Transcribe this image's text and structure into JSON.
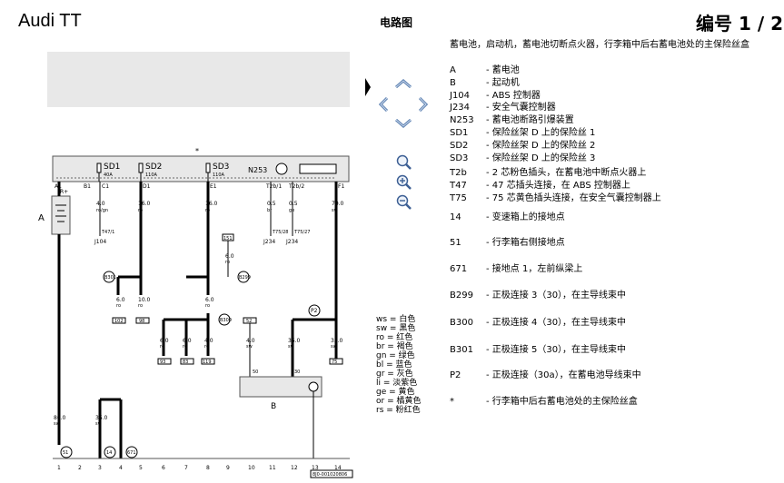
{
  "header": {
    "brand": "Audi TT",
    "doc_title": "电路图",
    "page_number": "编号 1 / 2"
  },
  "legend": {
    "intro": "蓄电池，启动机，蓄电池切断点火器，行李箱中后右蓄电池处的主保险丝盒",
    "items": [
      {
        "code": "A",
        "desc": "- 蓄电池"
      },
      {
        "code": "B",
        "desc": "- 起动机"
      },
      {
        "code": "J104",
        "desc": "- ABS 控制器"
      },
      {
        "code": "J234",
        "desc": "- 安全气囊控制器"
      },
      {
        "code": "N253",
        "desc": "- 蓄电池断路引爆装置"
      },
      {
        "code": "SD1",
        "desc": "- 保险丝架 D 上的保险丝 1"
      },
      {
        "code": "SD2",
        "desc": "- 保险丝架 D 上的保险丝 2"
      },
      {
        "code": "SD3",
        "desc": "- 保险丝架 D 上的保险丝 3"
      },
      {
        "code": "T2b",
        "desc": "- 2 芯粉色插头，在蓄电池中断点火器上"
      },
      {
        "code": "T47",
        "desc": "- 47 芯插头连接，在 ABS 控制器上"
      },
      {
        "code": "T75",
        "desc": "- 75 芯黄色插头连接，在安全气囊控制器上"
      },
      {
        "code": "14",
        "desc": "- 变速箱上的接地点"
      },
      {
        "code": "51",
        "desc": "- 行李箱右侧接地点"
      },
      {
        "code": "671",
        "desc": "- 接地点 1，左前纵梁上"
      },
      {
        "code": "B299",
        "desc": "- 正极连接 3（30），在主导线束中"
      },
      {
        "code": "B300",
        "desc": "- 正极连接 4（30），在主导线束中"
      },
      {
        "code": "B301",
        "desc": "- 正极连接 5（30），在主导线束中"
      },
      {
        "code": "P2",
        "desc": "- 正极连接（30a），在蓄电池导线束中"
      },
      {
        "code": "*",
        "desc": "- 行李箱中后右蓄电池处的主保险丝盒"
      }
    ]
  },
  "wire_colors": [
    "ws = 白色",
    "sw = 黑色",
    "ro = 红色",
    "br = 褐色",
    "gn = 绿色",
    "bl = 蓝色",
    "gr = 灰色",
    "li = 淡紫色",
    "ge = 黄色",
    "or = 橘黄色",
    "rs = 粉红色"
  ],
  "diagram": {
    "fusebox_marker": "*",
    "fuses": [
      {
        "label": "SD1",
        "rating": "40A"
      },
      {
        "label": "SD2",
        "rating": "110A"
      },
      {
        "label": "SD3",
        "rating": "110A"
      }
    ],
    "n253_label": "N253",
    "battery_label": "A",
    "starter_label": "B",
    "connectors": {
      "a1": "A1",
      "b1_top": "B1",
      "c1": "C1",
      "d1": "D1",
      "e1": "E1",
      "t2b1": "T2b/1",
      "t2b2": "T2b/2",
      "f1": "F1",
      "plus": "R+",
      "t47": "T47/1",
      "t75_28": "T75/28",
      "t75_27": "T75/27",
      "j104": "J104",
      "j234_a": "J234",
      "j234_b": "J234",
      "b301": "B301",
      "b299": "B299",
      "b300": "B300",
      "p2": "P2",
      "box_151": "151",
      "box_102": "102",
      "box_98": "98",
      "box_52": "52",
      "box_93": "93",
      "box_83": "83",
      "box_119": "119",
      "box_75": "75",
      "t50": "50",
      "t30": "30"
    },
    "wires": {
      "w1": "4.0",
      "w1c": "ro/gn",
      "w2": "16.0",
      "w2c": "ro",
      "w3": "16.0",
      "w3c": "ro",
      "w4": "0.5",
      "w4c": "br",
      "w5": "0.5",
      "w5c": "ge",
      "w6": "70.0",
      "w6c": "sw",
      "w7": "6.0",
      "w7c": "ro",
      "w8": "6.0",
      "w8c": "ro",
      "w9": "10.0",
      "w9c": "ro",
      "w10": "6.0",
      "w10c": "ro",
      "w11": "6.0",
      "w11c": "ro",
      "w12": "6.0",
      "w12c": "ro",
      "w13": "4.0",
      "w13c": "ro",
      "w14": "4.0",
      "w14c": "sw",
      "w15": "35.0",
      "w15c": "sw",
      "w16": "35.0",
      "w16c": "sw",
      "w17": "80.0",
      "w17c": "sw",
      "w18": "35.0",
      "w18c": "sw"
    },
    "grounds": [
      "51",
      "14",
      "671"
    ],
    "bottom_numbers": [
      "1",
      "2",
      "3",
      "4",
      "5",
      "6",
      "7",
      "8",
      "9",
      "10",
      "11",
      "12",
      "13",
      "14"
    ],
    "drawing_code": "8J0-001020806"
  }
}
